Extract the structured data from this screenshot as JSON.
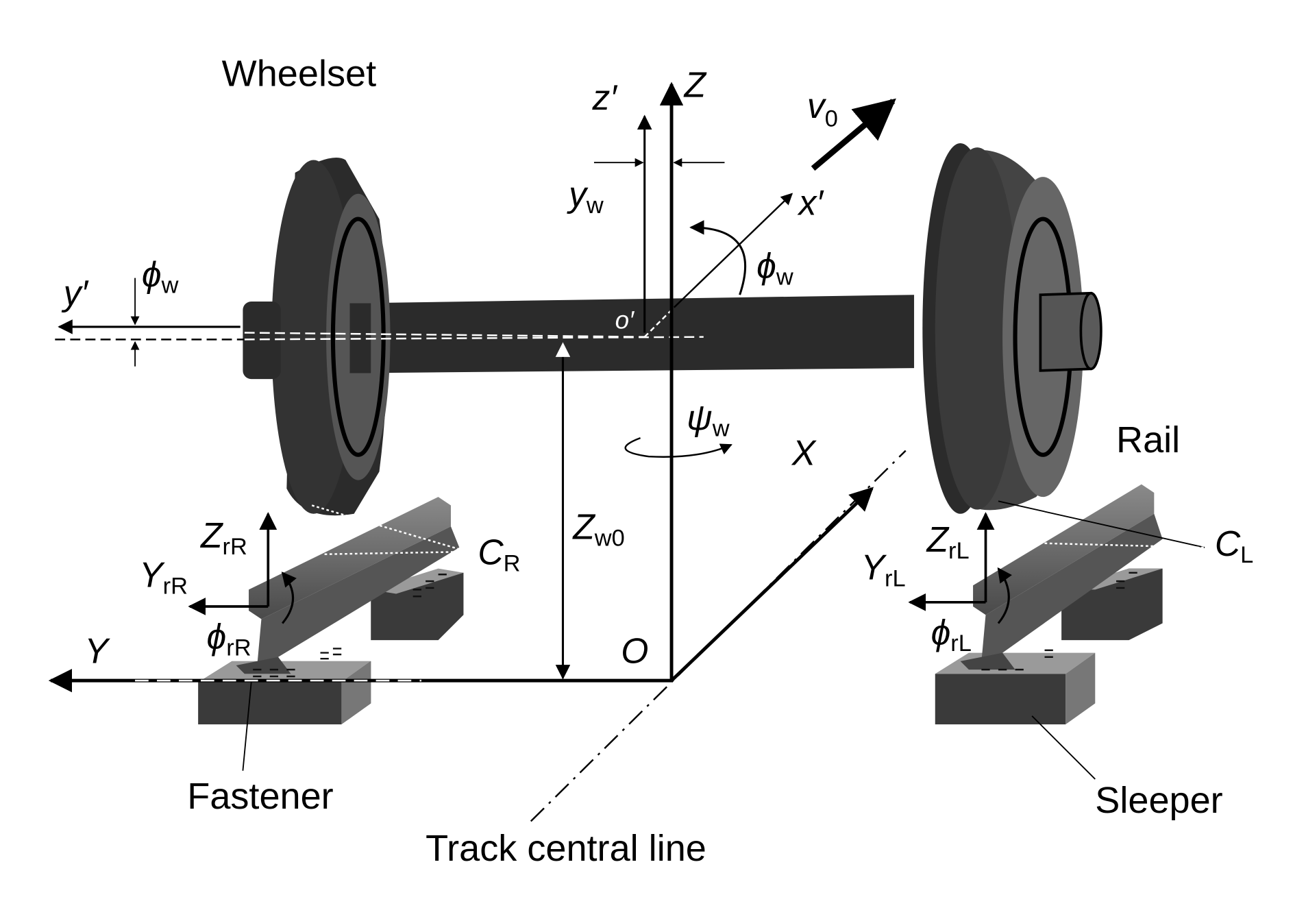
{
  "labels": {
    "wheelset": "Wheelset",
    "rail": "Rail",
    "fastener": "Fastener",
    "sleeper": "Sleeper",
    "track_central_line": "Track central line"
  },
  "symbols": {
    "Z": "Z",
    "z_prime": "z′",
    "v": "v",
    "v_sub": "0",
    "y": "y",
    "y_sub": "w",
    "x_prime": "x′",
    "phi": "ϕ",
    "phi_sub": "w",
    "y_prime": "y′",
    "o_prime": "o′",
    "psi": "ψ",
    "psi_sub": "w",
    "X": "X",
    "Zw0": "Z",
    "Zw0_sub": "w0",
    "O": "O",
    "Y": "Y",
    "ZrR": "Z",
    "ZrR_sub": "rR",
    "YrR": "Y",
    "YrR_sub": "rR",
    "phirR": "ϕ",
    "phirR_sub": "rR",
    "CR": "C",
    "CR_sub": "R",
    "ZrL": "Z",
    "ZrL_sub": "rL",
    "YrL": "Y",
    "YrL_sub": "rL",
    "phirL": "ϕ",
    "phirL_sub": "rL",
    "CL": "C",
    "CL_sub": "L"
  },
  "colors": {
    "wheel_dark": "#2b2b2b",
    "wheel_mid": "#5a5a5a",
    "rail": "#6e6e6e",
    "sleeper_top": "#9a9a9a",
    "sleeper_front": "#3a3a3a"
  }
}
